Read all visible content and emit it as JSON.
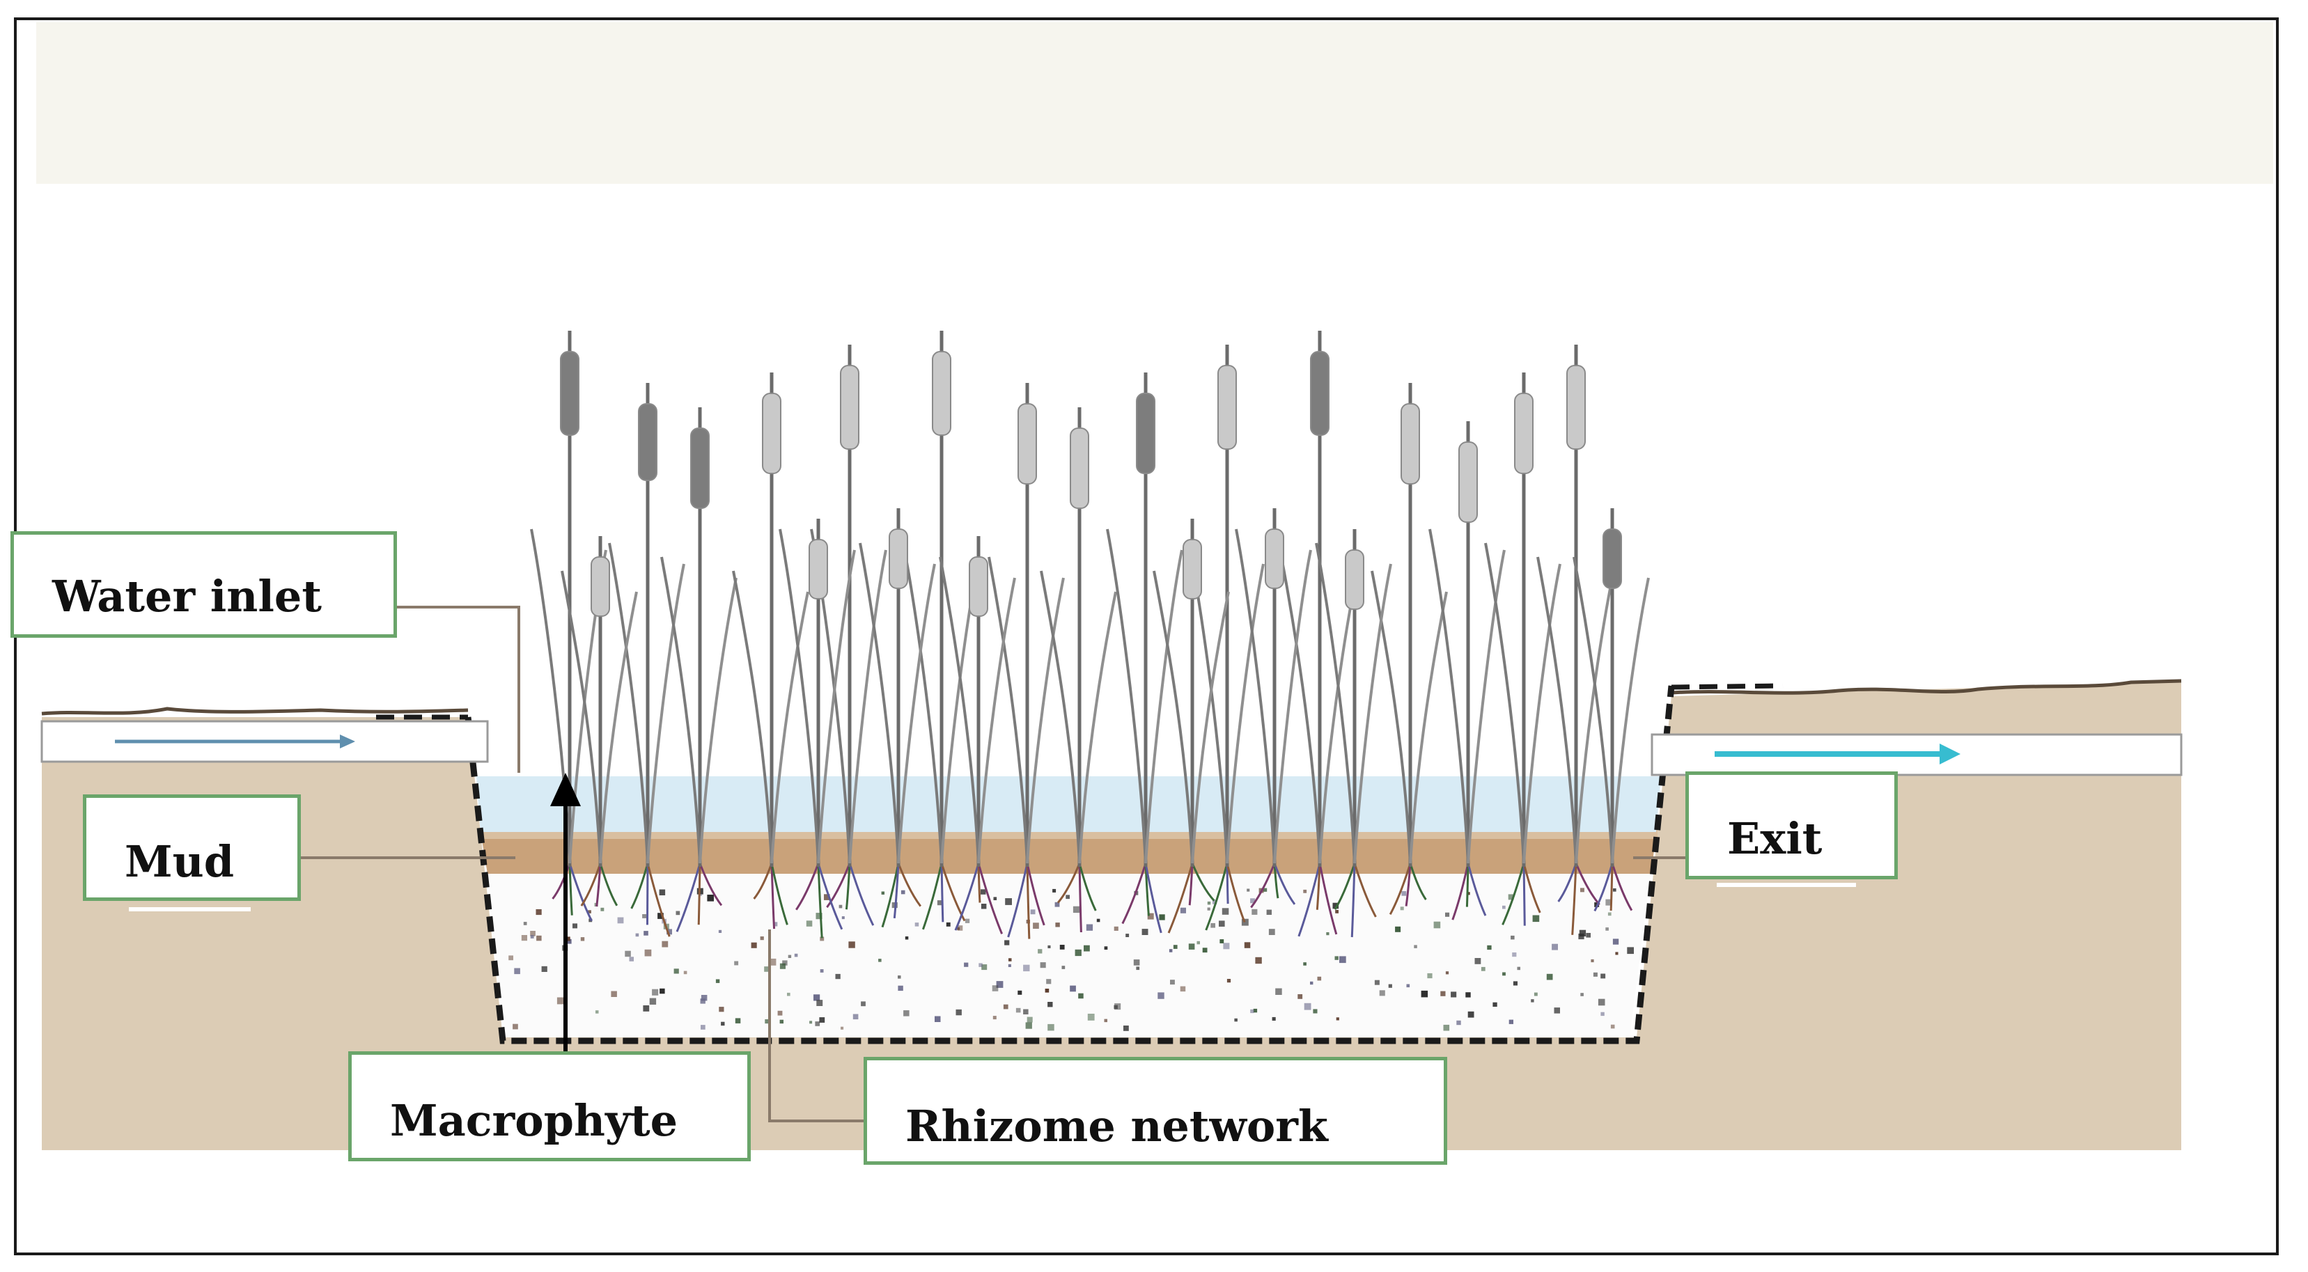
{
  "diagram": {
    "labels": {
      "water_inlet": "Water inlet",
      "mud": "Mud",
      "macrophyte": "Macrophyte",
      "rhizome_network": "Rhizome network",
      "exit": "Exit"
    },
    "colors": {
      "frame": "#1a1a1a",
      "top_band": "#f6f5ee",
      "soil": "#dcccb5",
      "water": "#d8ebf5",
      "mud_band": "#c9a27a",
      "gravel": "#fbfbfb",
      "pipe": "#ffffff",
      "inlet_arrow": "#5f8fae",
      "outlet_arrow": "#37bcd0",
      "label_border": "#6aa56a",
      "leader_line": "#8a7a6a",
      "reed_stem": "#6b6b6b",
      "reed_head_light": "#c9c9c9",
      "reed_head_dark": "#7d7d7d"
    }
  }
}
